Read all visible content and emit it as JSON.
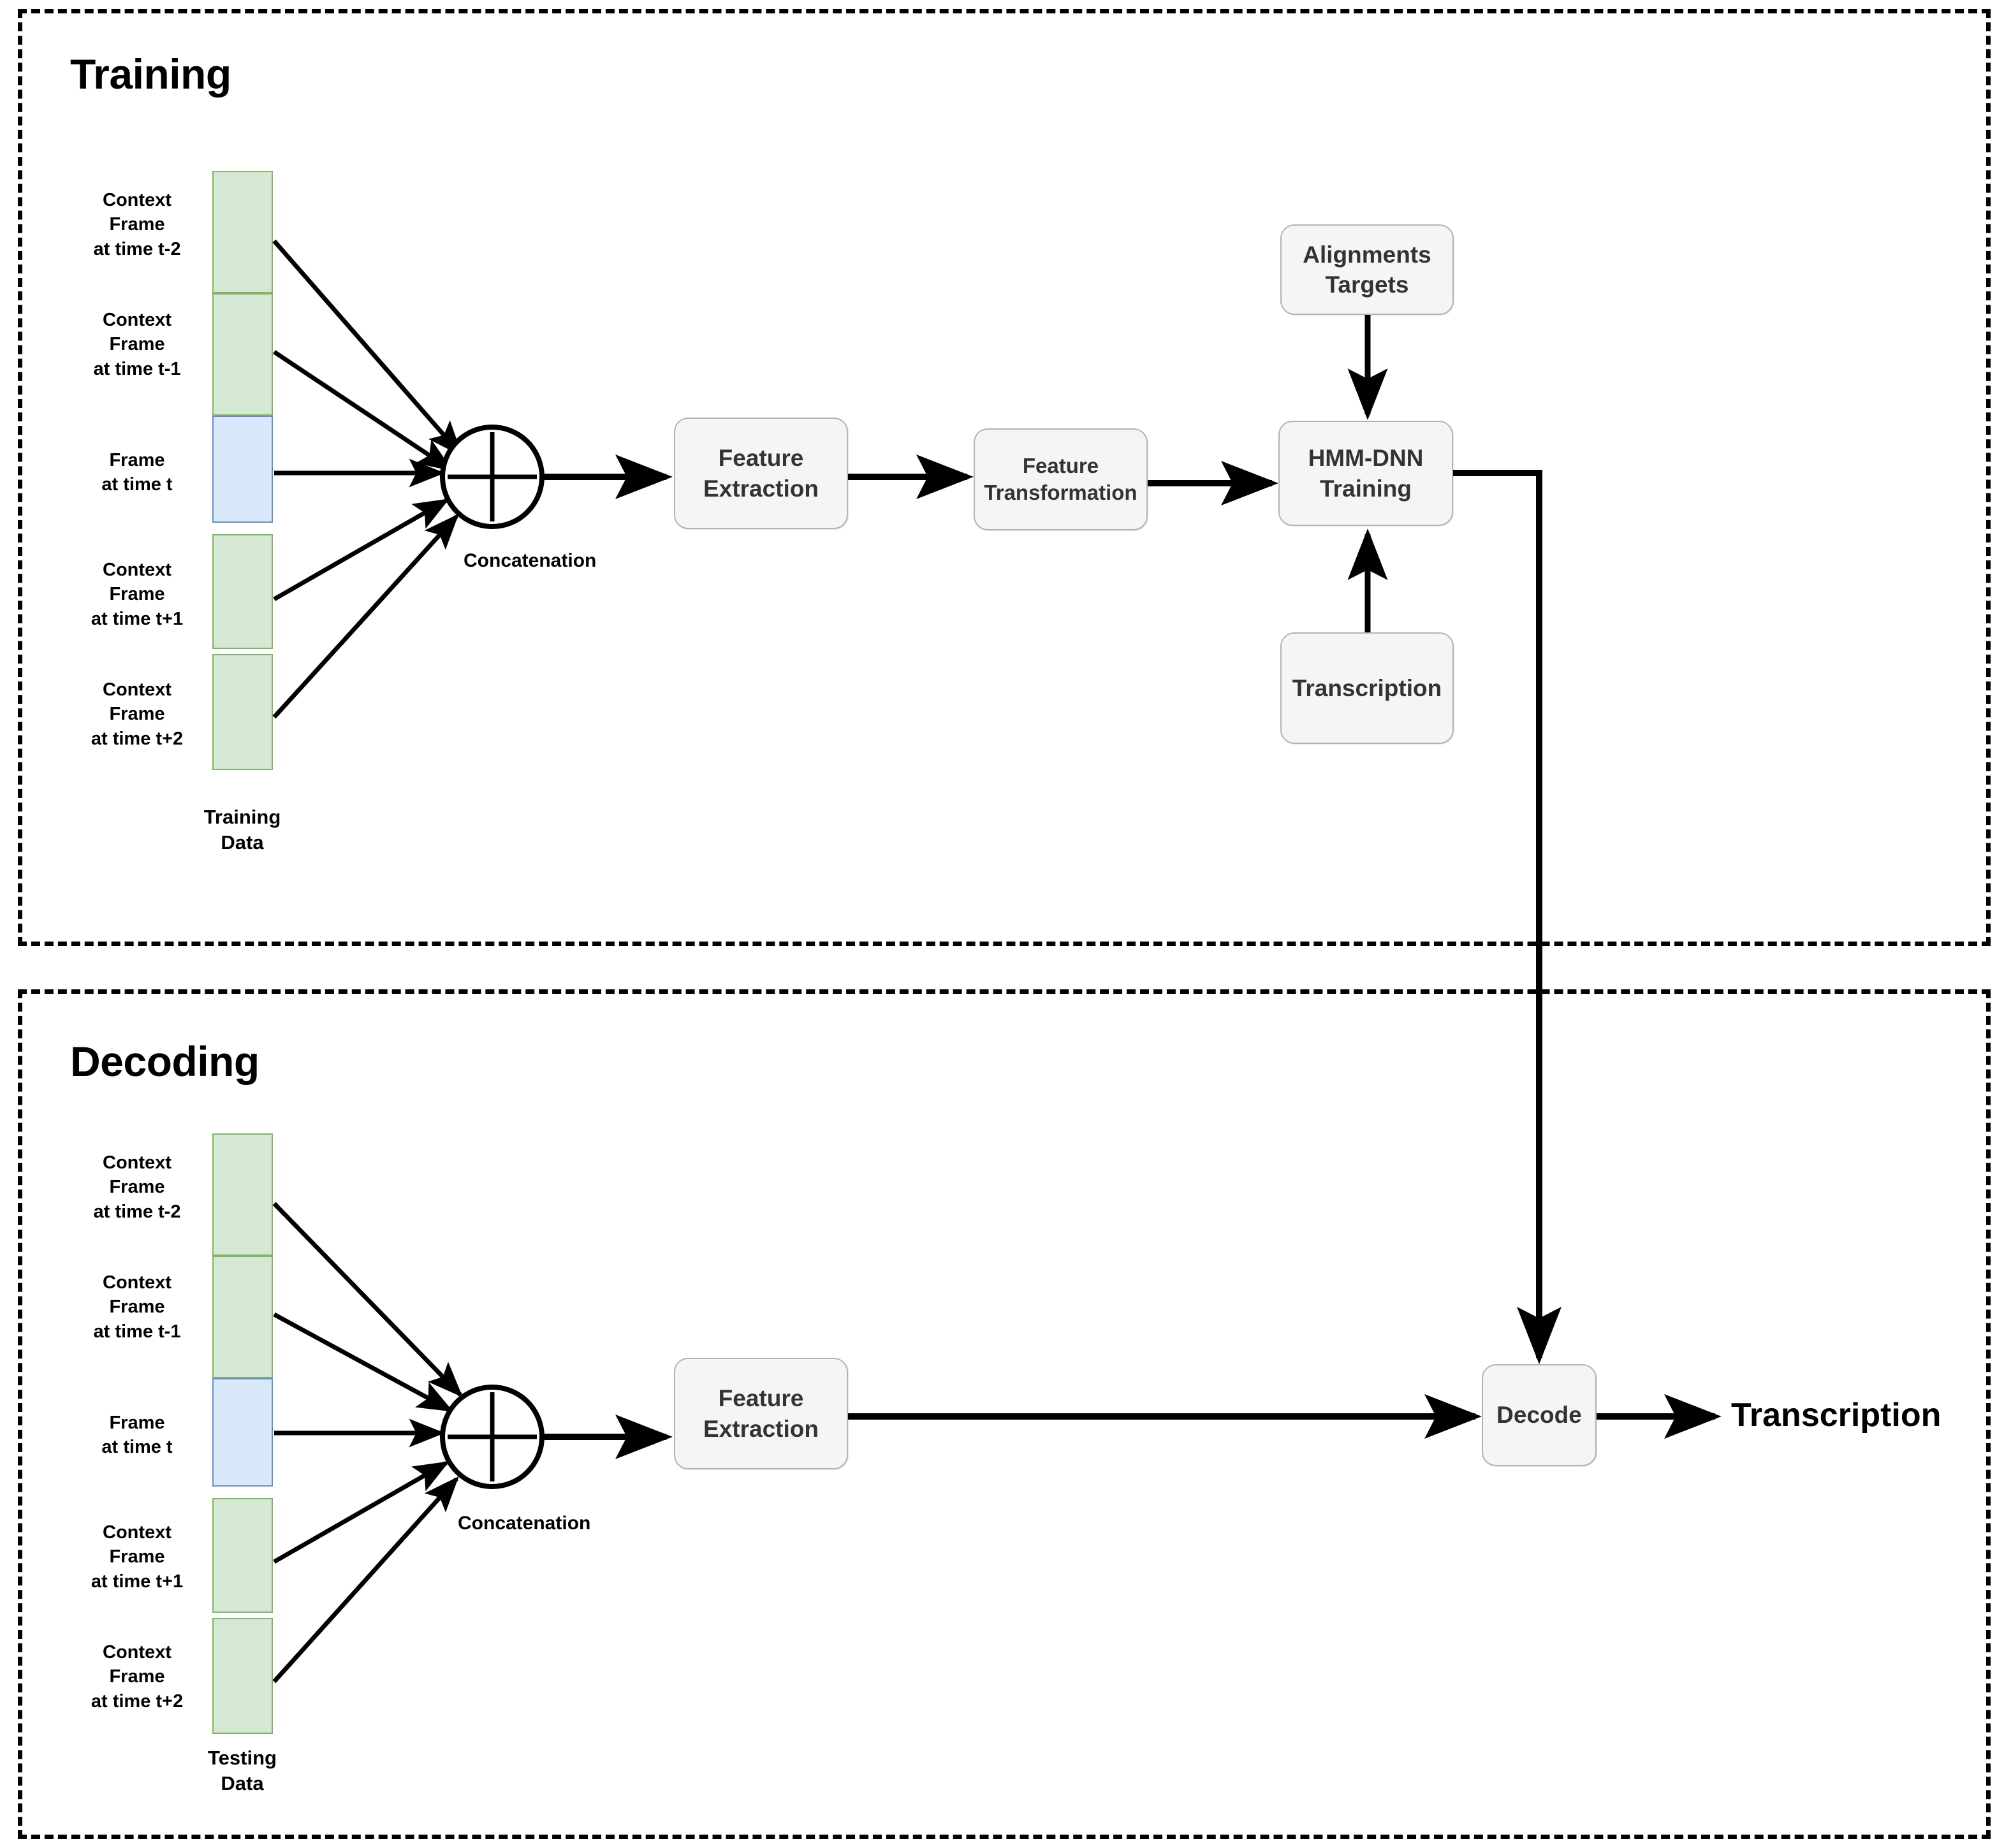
{
  "diagram": {
    "title_training": "Training",
    "title_decoding": "Decoding"
  },
  "training": {
    "panel_label": "Training",
    "frames": [
      {
        "label": "Context\nFrame\nat time t-2",
        "type": "context",
        "color": "#d5e8d4"
      },
      {
        "label": "Context\nFrame\nat time t-1",
        "type": "context",
        "color": "#d5e8d4"
      },
      {
        "label": "Frame\nat time t",
        "type": "current",
        "color": "#dae8fc"
      },
      {
        "label": "Context\nFrame\nat time t+1",
        "type": "context",
        "color": "#d5e8d4"
      },
      {
        "label": "Context\nFrame\nat time t+2",
        "type": "context",
        "color": "#d5e8d4"
      }
    ],
    "frame_labels": [
      {
        "l1": "Context",
        "l2": "Frame",
        "l3": "at time t-2"
      },
      {
        "l1": "Context",
        "l2": "Frame",
        "l3": "at time t-1"
      },
      {
        "l1": "Frame",
        "l2": "at time t",
        "l3": ""
      },
      {
        "l1": "Context",
        "l2": "Frame",
        "l3": "at time t+1"
      },
      {
        "l1": "Context",
        "l2": "Frame",
        "l3": "at time t+2"
      }
    ],
    "stack_caption_line1": "Training",
    "stack_caption_line2": "Data",
    "concatenation_label": "Concatenation",
    "concatenation_symbol": "+",
    "boxes": {
      "feature_extraction_l1": "Feature",
      "feature_extraction_l2": "Extraction",
      "feature_transformation_l1": "Feature",
      "feature_transformation_l2": "Transformation",
      "hmm_dnn_training_l1": "HMM-DNN",
      "hmm_dnn_training_l2": "Training",
      "alignments_targets_l1": "Alignments",
      "alignments_targets_l2": "Targets",
      "transcription": "Transcription"
    }
  },
  "decoding": {
    "panel_label": "Decoding",
    "frames": [
      {
        "label": "Context\nFrame\nat time t-2",
        "type": "context",
        "color": "#d5e8d4"
      },
      {
        "label": "Context\nFrame\nat time t-1",
        "type": "context",
        "color": "#d5e8d4"
      },
      {
        "label": "Frame\nat time t",
        "type": "current",
        "color": "#dae8fc"
      },
      {
        "label": "Context\nFrame\nat time t+1",
        "type": "context",
        "color": "#d5e8d4"
      },
      {
        "label": "Context\nFrame\nat time t+2",
        "type": "context",
        "color": "#d5e8d4"
      }
    ],
    "frame_labels": [
      {
        "l1": "Context",
        "l2": "Frame",
        "l3": "at time t-2"
      },
      {
        "l1": "Context",
        "l2": "Frame",
        "l3": "at time t-1"
      },
      {
        "l1": "Frame",
        "l2": "at time t",
        "l3": ""
      },
      {
        "l1": "Context",
        "l2": "Frame",
        "l3": "at time t+1"
      },
      {
        "l1": "Context",
        "l2": "Frame",
        "l3": "at time t+2"
      }
    ],
    "stack_caption_line1": "Testing",
    "stack_caption_line2": "Data",
    "concatenation_label": "Concatenation",
    "concatenation_symbol": "+",
    "boxes": {
      "feature_extraction_l1": "Feature",
      "feature_extraction_l2": "Extraction",
      "decode": "Decode"
    },
    "output_text": "Transcription"
  },
  "colors": {
    "context_frame_fill": "#d5e8d4",
    "context_frame_stroke": "#82b366",
    "current_frame_fill": "#dae8fc",
    "current_frame_stroke": "#6c8ebf",
    "box_fill": "#f5f5f5",
    "box_stroke": "#b3b3b3",
    "box_text": "#333333",
    "line": "#000000",
    "panel_border": "#000000"
  }
}
